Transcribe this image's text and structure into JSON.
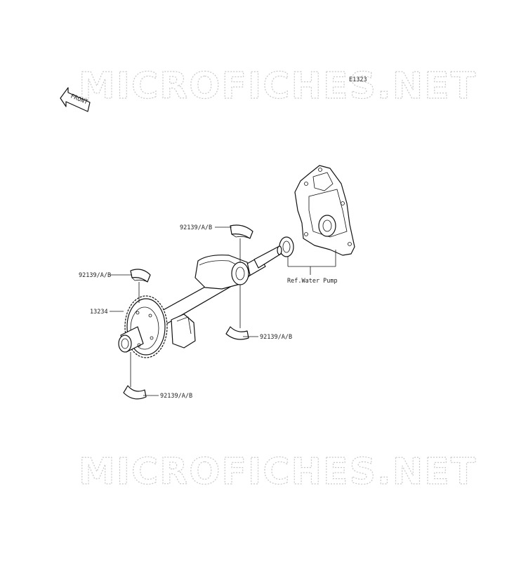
{
  "watermark": {
    "top": "MICROFICHES.NET",
    "bottom": "MICROFICHES.NET"
  },
  "figure_code": "E1323",
  "front_arrow": "FRONT",
  "labels": {
    "bearing_top": "92139/A/B",
    "bearing_left": "92139/A/B",
    "bearing_right": "92139/A/B",
    "bearing_bottom": "92139/A/B",
    "gear": "13234",
    "water_pump_ref": "Ref.Water Pump"
  }
}
